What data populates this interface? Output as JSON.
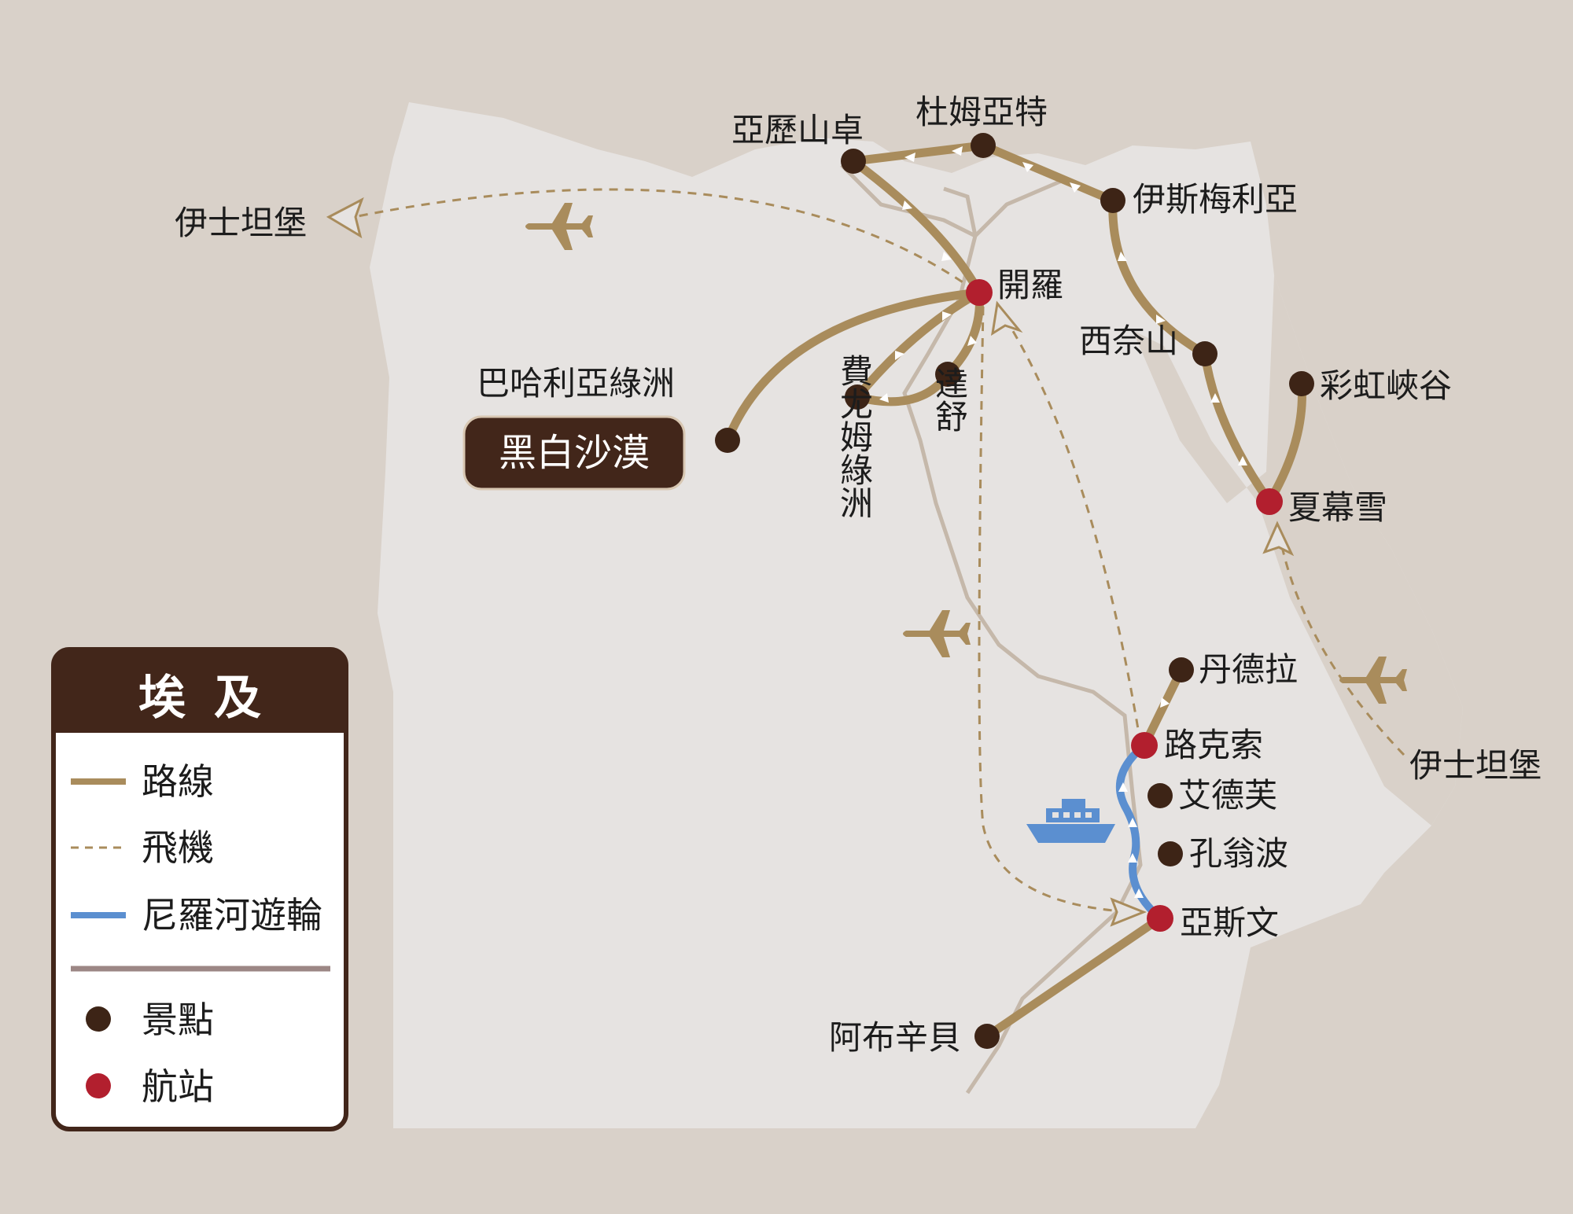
{
  "colors": {
    "background": "#d9d1c9",
    "land": "#e6e3e1",
    "route": "#a98c5c",
    "flight": "#a98c5c",
    "cruise": "#5b8fd0",
    "attraction": "#3d2416",
    "airport": "#b21f2e",
    "legend_header": "#42261a"
  },
  "legend": {
    "title": "埃及",
    "route": "路線",
    "flight": "飛機",
    "cruise": "尼羅河遊輪",
    "attraction": "景點",
    "airport": "航站"
  },
  "places": {
    "alexandria": "亞歷山卓",
    "damietta": "杜姆亞特",
    "ismailia": "伊斯梅利亞",
    "cairo": "開羅",
    "istanbul_west": "伊士坦堡",
    "bahariya": "巴哈利亞綠洲",
    "white_desert": "黑白沙漠",
    "fayoum": "費尤姆綠洲",
    "dahshur": "達舒",
    "sinai": "西奈山",
    "coloured_canyon": "彩虹峽谷",
    "sharm": "夏幕雪",
    "dendera": "丹德拉",
    "luxor": "路克索",
    "edfu": "艾德芙",
    "kom_ombo": "孔翁波",
    "aswan": "亞斯文",
    "abu_simbel": "阿布辛貝",
    "istanbul_east": "伊士坦堡"
  },
  "icons": {
    "flight": "airplane-icon",
    "cruise": "cruise-ship-icon",
    "attraction": "attraction-dot-icon",
    "airport": "airport-dot-icon"
  }
}
